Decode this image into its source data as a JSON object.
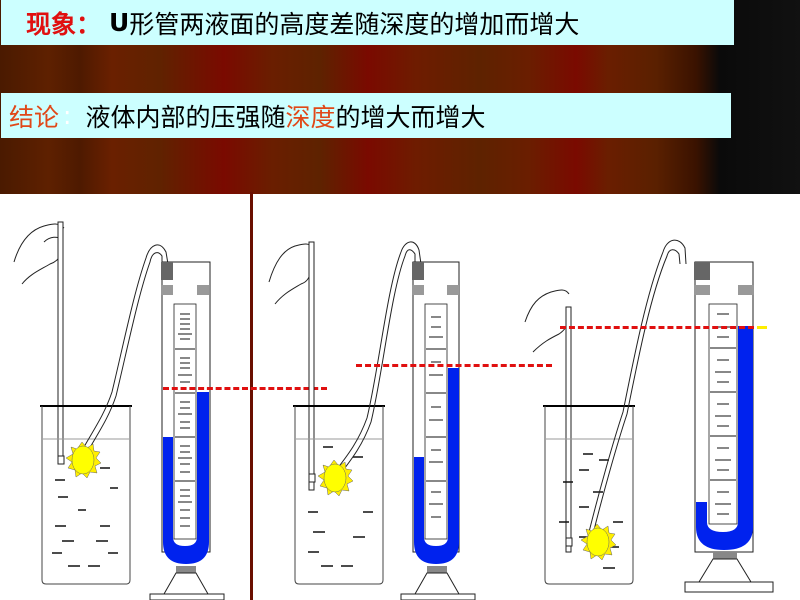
{
  "slide": {
    "phenomenon": {
      "label": "现象：",
      "text_prefix": "U",
      "text": "形管两液面的高度差随深度的增加而增大"
    },
    "conclusion": {
      "label": "结论",
      "colon": ":",
      "text_before": "液体内部的压强随",
      "highlight": "深度",
      "text_after": "的增大而增大"
    },
    "colors": {
      "banner_bg": "#ccffff",
      "label_red": "#e01010",
      "highlight_orange": "#e04818",
      "liquid_blue": "#0000ee",
      "level_line_red": "#e01010",
      "probe_yellow": "#ffff00"
    },
    "experiments": [
      {
        "name": "shallow",
        "probe_depth": "shallow",
        "height_difference": "small"
      },
      {
        "name": "medium",
        "probe_depth": "medium",
        "height_difference": "medium"
      },
      {
        "name": "deep",
        "probe_depth": "deep",
        "height_difference": "large"
      }
    ]
  }
}
